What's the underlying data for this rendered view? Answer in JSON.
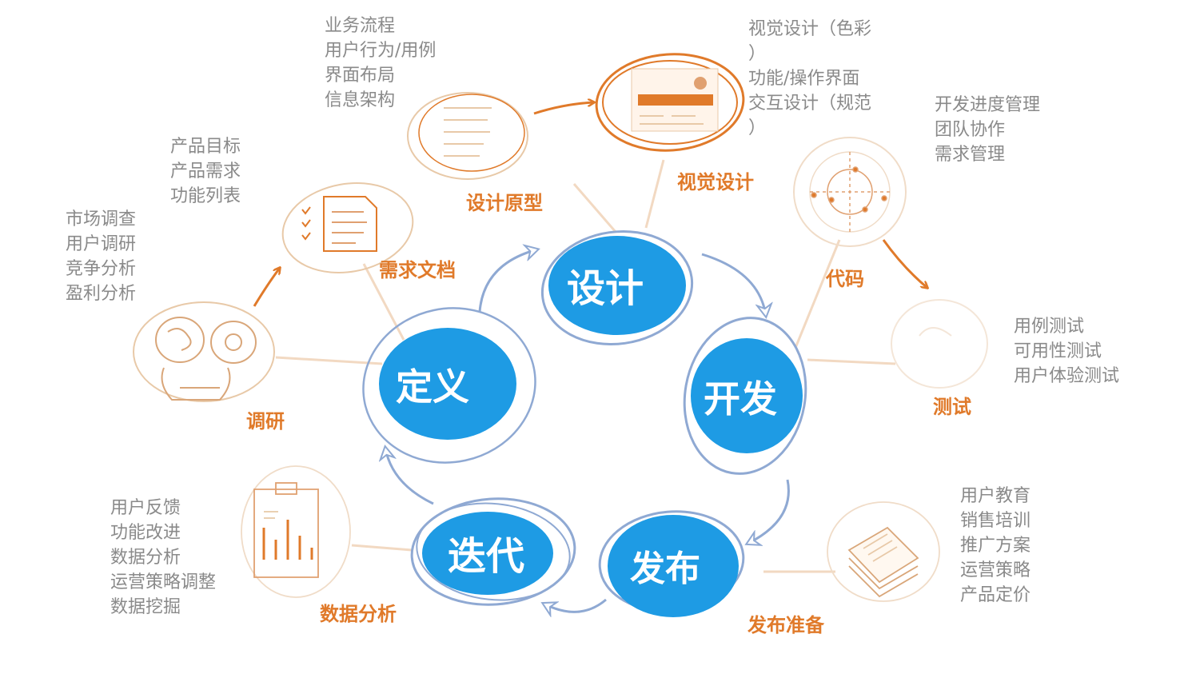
{
  "colors": {
    "stage_fill": "#1e9be4",
    "stage_ring": "#8fa9d3",
    "orange": "#e07a2a",
    "sketch": "#d9a679",
    "gray_text": "#8a8a8a",
    "connector": "#f2d9c2"
  },
  "stages": {
    "design": "设计",
    "develop": "开发",
    "release": "发布",
    "iterate": "迭代",
    "define": "定义"
  },
  "substeps": {
    "research": {
      "label": "调研",
      "icon": "discussion-icon",
      "items": [
        "市场调查",
        "用户调研",
        "竞争分析",
        "盈利分析"
      ]
    },
    "requirements_doc": {
      "label": "需求文档",
      "icon": "document-checklist-icon",
      "items": [
        "产品目标",
        "产品需求",
        "功能列表"
      ]
    },
    "prototype": {
      "label": "设计原型",
      "icon": "wireframe-icon",
      "items": [
        "业务流程",
        "用户行为/用例",
        "界面布局",
        "信息架构"
      ]
    },
    "visual_design": {
      "label": "视觉设计",
      "icon": "ui-mockup-icon",
      "items": [
        "视觉设计（色彩",
        "）",
        "功能/操作界面",
        "交互设计（规范",
        "）"
      ]
    },
    "code": {
      "label": "代码",
      "icon": "target-crosshair-icon",
      "items": [
        "开发进度管理",
        "团队协作",
        "需求管理"
      ]
    },
    "testing": {
      "label": "测试",
      "icon": "faded-circle-icon",
      "items": [
        "用例测试",
        "可用性测试",
        "用户体验测试"
      ]
    },
    "release_prep": {
      "label": "发布准备",
      "icon": "paper-stack-icon",
      "items": [
        "用户教育",
        "销售培训",
        "推广方案",
        "运营策略",
        "产品定价"
      ]
    },
    "data_analysis": {
      "label": "数据分析",
      "icon": "clipboard-chart-icon",
      "items": [
        "用户反馈",
        "功能改进",
        "数据分析",
        "运营策略调整",
        "数据挖掘"
      ]
    }
  }
}
